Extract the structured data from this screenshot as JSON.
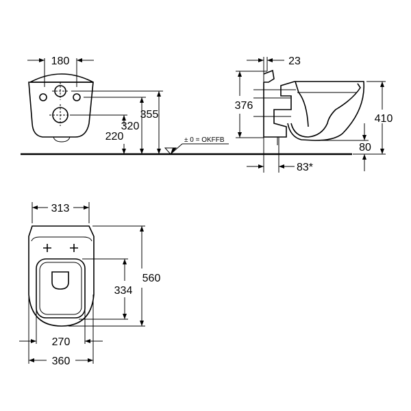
{
  "front_view": {
    "width_label": "180",
    "height_outer": "355",
    "height_mid": "320",
    "height_low": "220"
  },
  "floor_reference": {
    "label": "± 0 = OKFFB"
  },
  "side_view": {
    "wall_offset": "23",
    "back_height": "376",
    "total_height": "410",
    "floor_clearance": "80",
    "outlet_offset": "83*"
  },
  "top_view": {
    "rim_width": "313",
    "length": "560",
    "seat_length": "334",
    "seat_width": "270",
    "total_width": "360"
  },
  "colors": {
    "line": "#000000",
    "background": "#ffffff"
  }
}
